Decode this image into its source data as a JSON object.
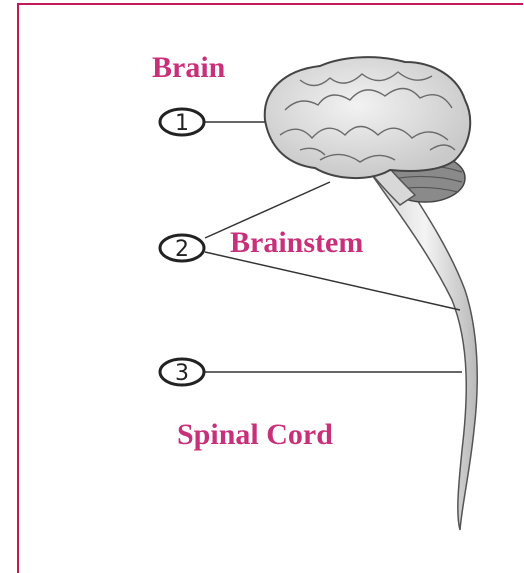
{
  "labels": {
    "brain": "Brain",
    "brainstem": "Brainstem",
    "spinal_cord": "Spinal Cord"
  },
  "markers": {
    "one": "1",
    "two": "2",
    "three": "3"
  },
  "colors": {
    "label": "#c8317a",
    "border": "#c2185b",
    "line": "#333333"
  }
}
